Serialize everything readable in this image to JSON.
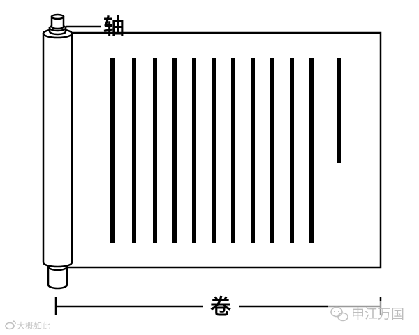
{
  "labels": {
    "rod": "轴",
    "scroll": "卷"
  },
  "watermarks": {
    "left": "大概如此",
    "right": "申江万国"
  },
  "icons": {
    "left_watermark": "weibo-icon",
    "right_watermark": "wechat-icon"
  },
  "colors": {
    "stroke": "#000000",
    "background": "#ffffff",
    "watermark": "#bdbdbd"
  }
}
